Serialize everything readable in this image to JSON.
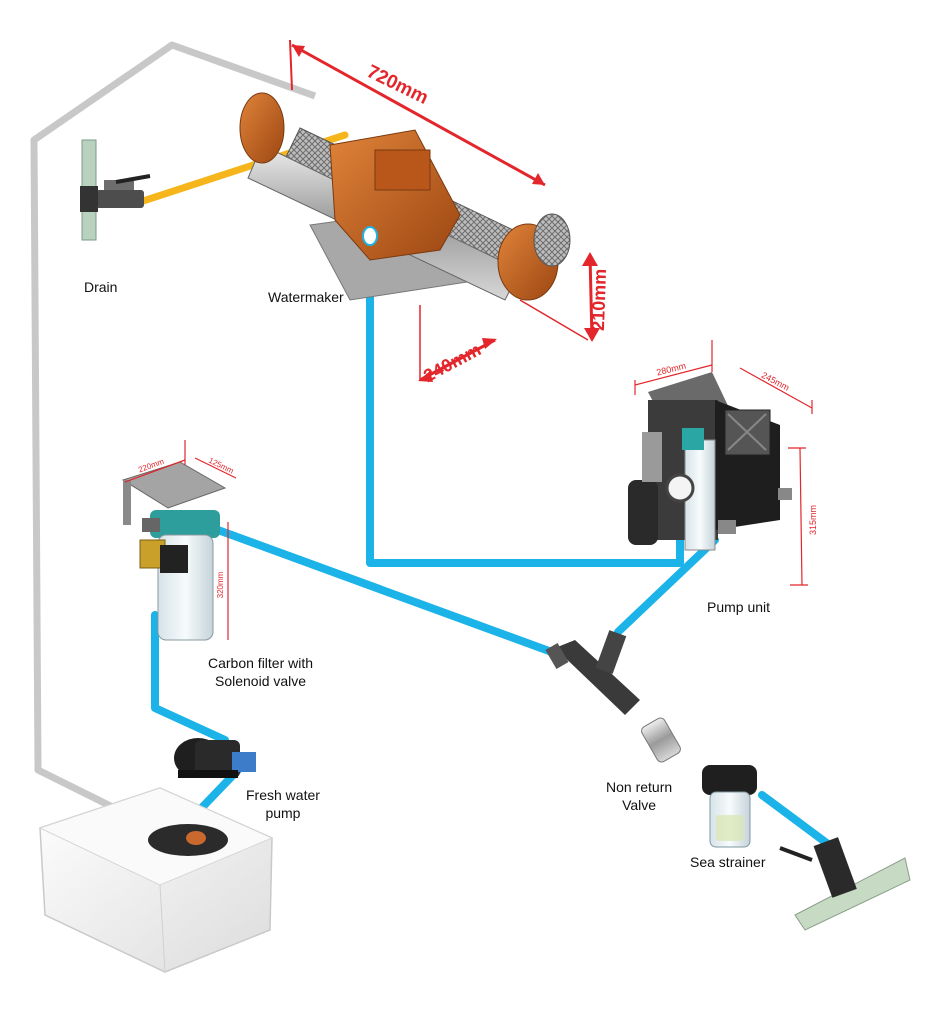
{
  "labels": {
    "drain": "Drain",
    "watermaker": "Watermaker",
    "pump_unit": "Pump unit",
    "carbon_filter_line1": "Carbon filter with",
    "carbon_filter_line2": "Solenoid valve",
    "fresh_water_pump_line1": "Fresh water",
    "fresh_water_pump_line2": "pump",
    "non_return_line1": "Non return",
    "non_return_line2": "Valve",
    "sea_strainer": "Sea strainer"
  },
  "dimensions": {
    "watermaker_length": "720mm",
    "watermaker_height": "210mm",
    "watermaker_width": "240mm",
    "pump_width": "280mm",
    "pump_depth": "245mm",
    "pump_height": "315mm",
    "filter_width": "220mm",
    "filter_depth": "125mm",
    "filter_height": "320mm"
  },
  "colors": {
    "seawater_pipe": "#1bb3e8",
    "drain_pipe": "#f5b51b",
    "freshwater_return": "#c8c8c8",
    "dimension_arrow": "#e3262b",
    "watermaker_body": "#c8651f"
  }
}
